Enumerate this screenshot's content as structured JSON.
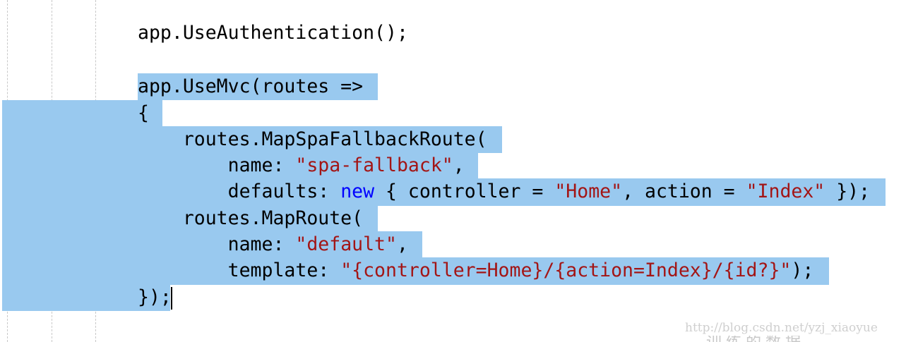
{
  "code": {
    "line1": "app.UseAuthentication();",
    "line2": "app.UseMvc(routes =>",
    "line3": "{",
    "line4": "    routes.MapSpaFallbackRoute(",
    "line5": {
      "pre": "        name: ",
      "str": "\"spa-fallback\"",
      "post": ","
    },
    "line6": {
      "pre": "        defaults: ",
      "kw": "new",
      "mid1": " { controller = ",
      "str1": "\"Home\"",
      "mid2": ", action = ",
      "str2": "\"Index\"",
      "post": " });"
    },
    "line7": "    routes.MapRoute(",
    "line8": {
      "pre": "        name: ",
      "str": "\"default\"",
      "post": ","
    },
    "line9": {
      "pre": "        template: ",
      "str": "\"{controller=Home}/{action=Index}/{id?}\"",
      "post": ");"
    },
    "line10": "});"
  },
  "watermark": {
    "url": "http://blog.csdn.net/yzj_xiaoyue",
    "cut_text": "训练的数据"
  },
  "colors": {
    "selection": "#99c9ef",
    "string": "#a31515",
    "keyword": "#0000ff",
    "text": "#000000"
  }
}
